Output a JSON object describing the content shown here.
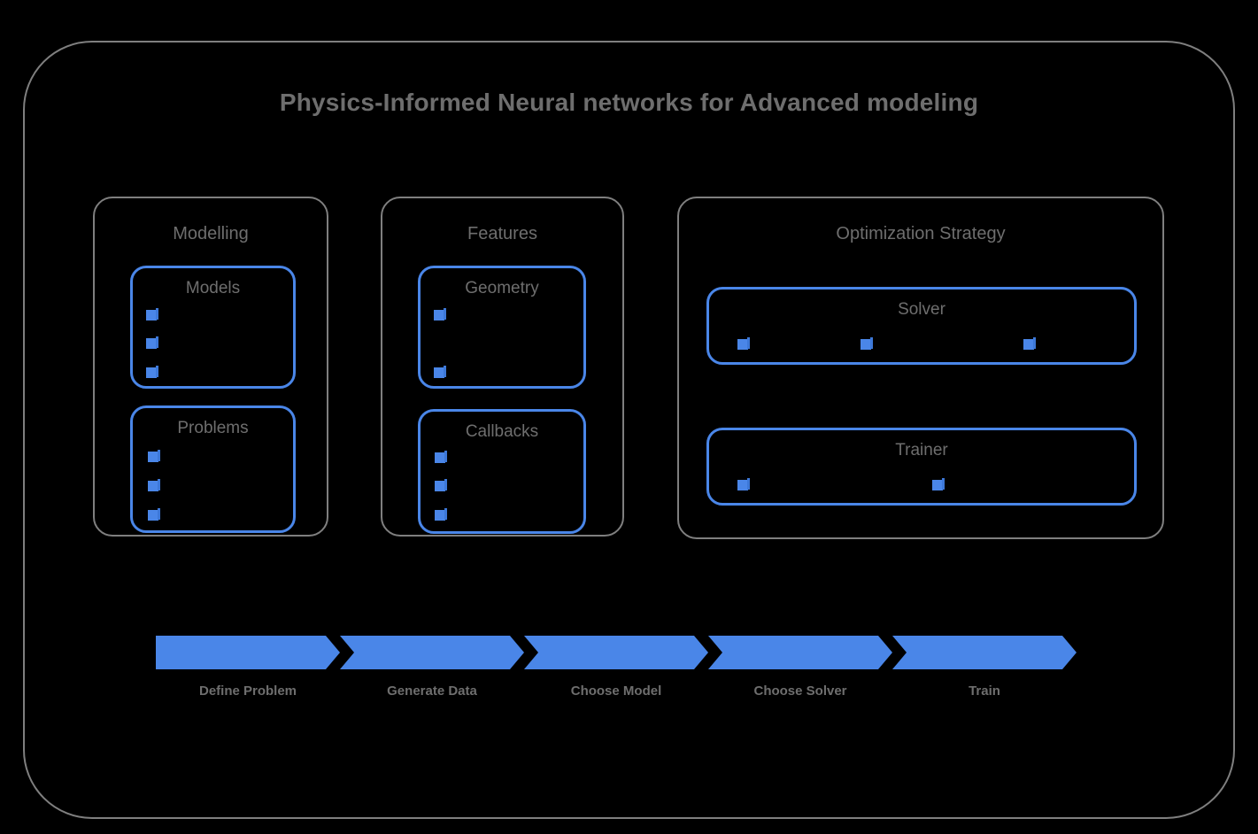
{
  "diagram": {
    "title": "Physics-Informed Neural networks for Advanced modeling",
    "colors": {
      "background": "#000000",
      "accent_blue": "#4a86e8",
      "frame_gray": "#7f7f7f",
      "text_gray": "#6e6e6e"
    }
  },
  "groups": [
    {
      "name": "modelling",
      "title": "Modelling",
      "boxes": [
        {
          "name": "models",
          "title": "Models",
          "bullet_count": 3
        },
        {
          "name": "problems",
          "title": "Problems",
          "bullet_count": 3
        }
      ]
    },
    {
      "name": "features",
      "title": "Features",
      "boxes": [
        {
          "name": "geometry",
          "title": "Geometry",
          "bullet_count": 2
        },
        {
          "name": "callbacks",
          "title": "Callbacks",
          "bullet_count": 3
        }
      ]
    },
    {
      "name": "optimization",
      "title": "Optimization Strategy",
      "boxes": [
        {
          "name": "solver",
          "title": "Solver",
          "bullet_count": 3
        },
        {
          "name": "trainer",
          "title": "Trainer",
          "bullet_count": 2
        }
      ]
    }
  ],
  "process_flow": {
    "steps": [
      {
        "label": "Define Problem"
      },
      {
        "label": "Generate Data"
      },
      {
        "label": "Choose Model"
      },
      {
        "label": "Choose Solver"
      },
      {
        "label": "Train"
      }
    ]
  }
}
